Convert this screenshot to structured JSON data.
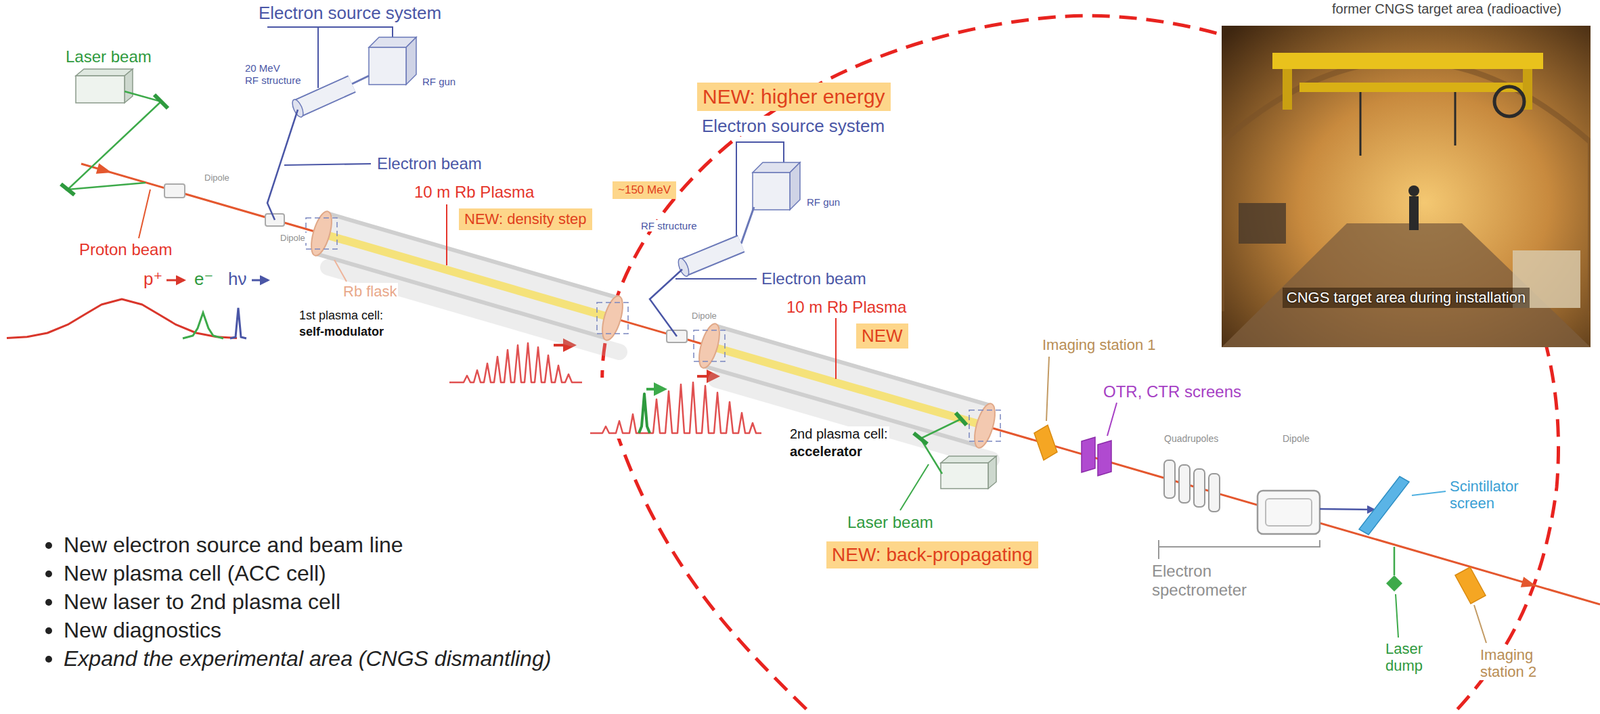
{
  "diagram": {
    "nodes": [
      {
        "text": [
          "NEW: density step"
        ]
      },
      {
        "text": [
          "NEW: higher energy"
        ]
      },
      {
        "text": [
          "~150 MeV"
        ]
      },
      {
        "text": [
          "NEW"
        ]
      },
      {
        "text": [
          "NEW: back-propagating"
        ]
      },
      {
        "text": [
          "CNGS target area during installation"
        ]
      }
    ],
    "labels": [
      "former CNGS target area (radioactive)",
      "Electron source system",
      "Laser beam",
      "20 MeV",
      "RF structure",
      "RF gun",
      "Electron beam",
      "Dipole",
      "10 m Rb Plasma",
      "Dipole",
      "Proton beam",
      "p⁺",
      "e⁻",
      "hν",
      "Rb flask",
      "1st plasma cell:",
      "self-modulator",
      "Electron source system",
      "RF structure",
      "RF gun",
      "Electron beam",
      "Dipole",
      "10 m Rb Plasma",
      "Imaging station 1",
      "OTR, CTR screens",
      "2nd plasma cell:",
      "accelerator",
      "Quadrupoles",
      "Dipole",
      "Laser beam",
      "Scintillator screen",
      "Electron spectrometer",
      "Laser dump",
      "Imaging station 2",
      "New electron source and beam line",
      "New plasma cell (ACC cell)",
      "New laser to 2nd plasma cell",
      "New diagnostics",
      "Expand the experimental area (CNGS dismantling)"
    ]
  }
}
